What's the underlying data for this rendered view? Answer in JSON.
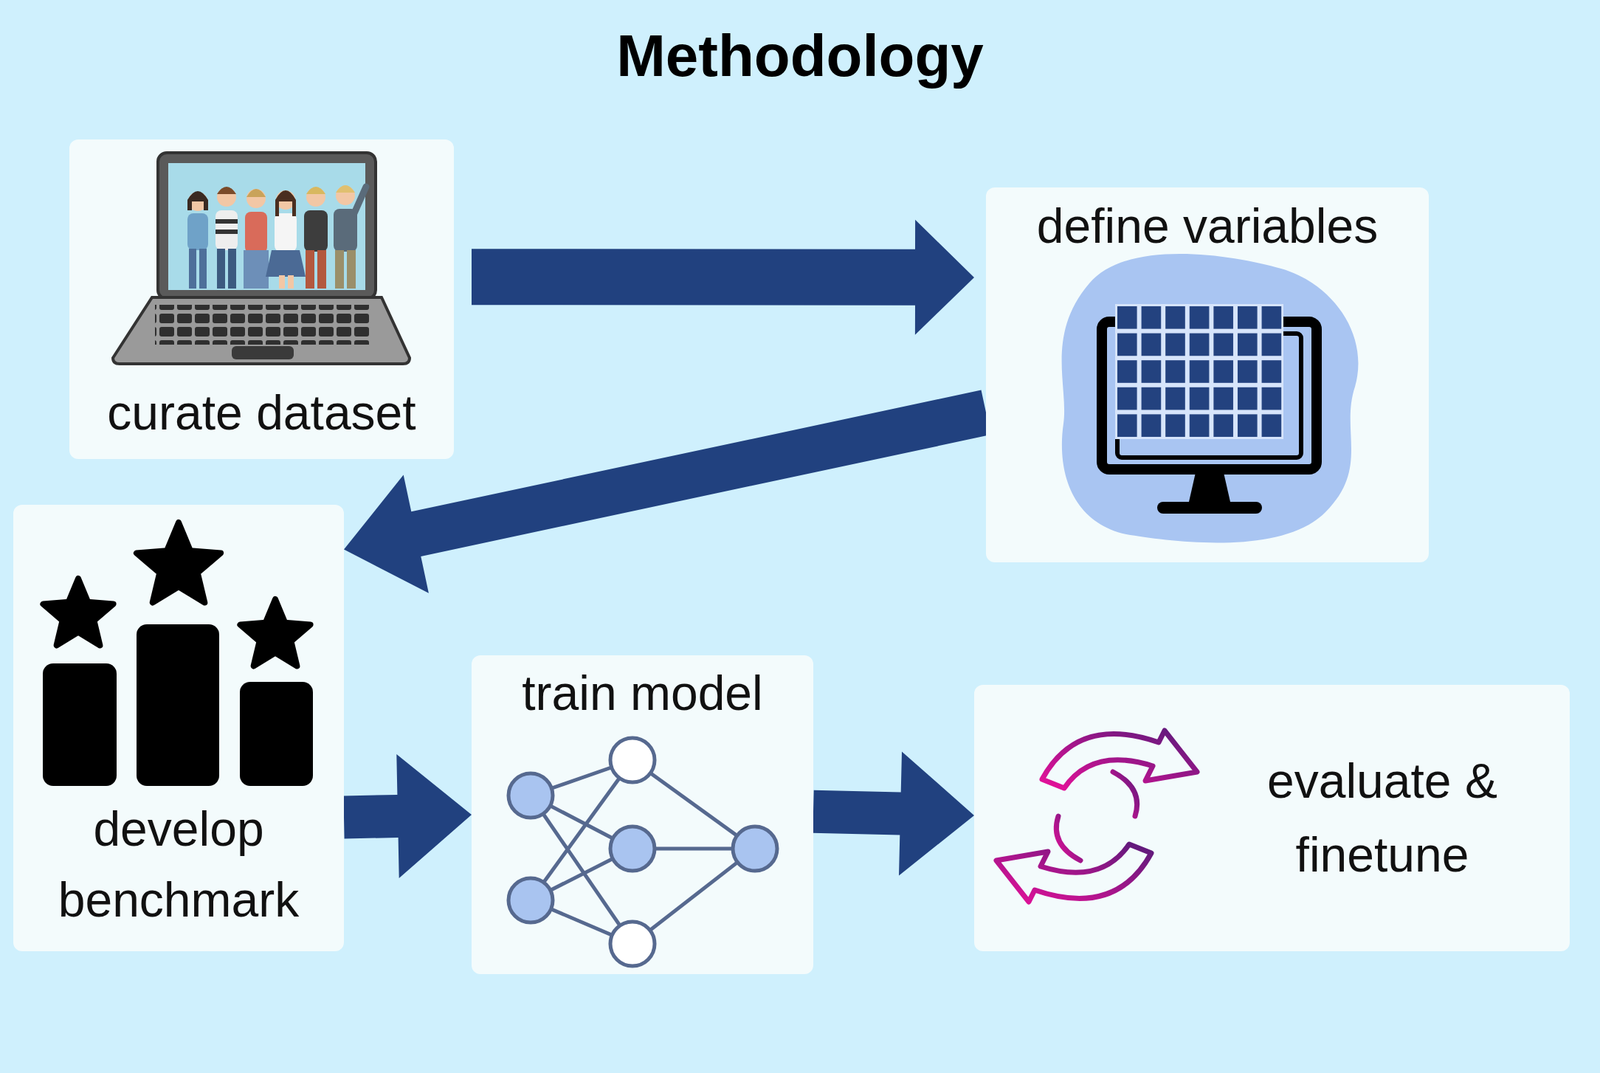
{
  "diagram": {
    "title": "Methodology",
    "nodes": [
      {
        "text": [
          "curate dataset"
        ]
      },
      {
        "text": [
          "define variables"
        ]
      },
      {
        "text": [
          "develop benchmark"
        ]
      },
      {
        "text": [
          "train model"
        ]
      },
      {
        "text": [
          "evaluate & finetune"
        ]
      }
    ],
    "edges": [
      {
        "from": 0,
        "to": 1,
        "arrow": "to"
      },
      {
        "from": 1,
        "to": 2,
        "arrow": "to"
      },
      {
        "from": 2,
        "to": 3,
        "arrow": "to"
      },
      {
        "from": 3,
        "to": 4,
        "arrow": "to"
      }
    ]
  }
}
